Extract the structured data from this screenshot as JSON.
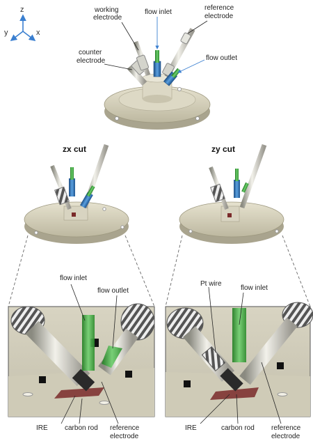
{
  "axes": {
    "z": "z",
    "y": "y",
    "x": "x"
  },
  "top_view": {
    "labels": {
      "working_electrode_1": "working",
      "working_electrode_2": "electrode",
      "flow_inlet": "flow inlet",
      "reference_electrode_1": "reference",
      "reference_electrode_2": "electrode",
      "counter_electrode_1": "counter",
      "counter_electrode_2": "electrode",
      "flow_outlet": "flow outlet"
    }
  },
  "zx_cut": {
    "title": "zx cut",
    "labels": {
      "flow_inlet": "flow inlet",
      "flow_outlet": "flow outlet",
      "ire": "IRE",
      "carbon_rod": "carbon rod",
      "reference_electrode_1": "reference",
      "reference_electrode_2": "electrode"
    }
  },
  "zy_cut": {
    "title": "zy cut",
    "labels": {
      "pt_wire": "Pt wire",
      "flow_inlet": "flow inlet",
      "ire": "IRE",
      "carbon_rod": "carbon rod",
      "reference_electrode_1": "reference",
      "reference_electrode_2": "electrode"
    }
  },
  "colors": {
    "plate": "#d6d2bd",
    "plate_dark": "#b5b09a",
    "blue": "#2f6fb0",
    "green": "#3aa83a",
    "steel": "#c8c8c8",
    "sample": "#7a2a2a"
  }
}
